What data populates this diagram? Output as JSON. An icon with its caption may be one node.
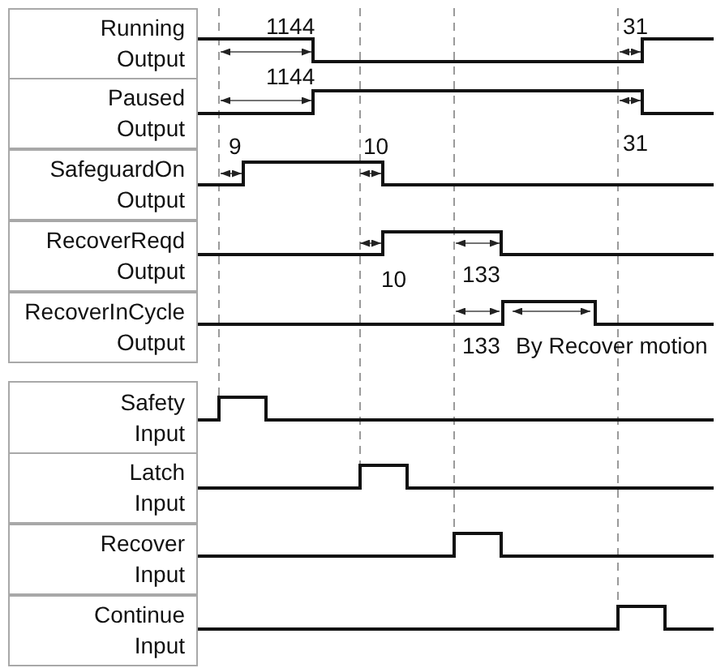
{
  "diagram": {
    "nodes": [
      {
        "text": [
          "Running Output"
        ]
      },
      {
        "text": [
          "Paused Output"
        ]
      },
      {
        "text": [
          "SafeguardOn Output"
        ]
      },
      {
        "text": [
          "RecoverReqd Output"
        ]
      },
      {
        "text": [
          "RecoverInCycle Output"
        ]
      },
      {
        "text": [
          "Safety Input"
        ]
      },
      {
        "text": [
          "Latch Input"
        ]
      },
      {
        "text": [
          "Recover Input"
        ]
      },
      {
        "text": [
          "Continue Input"
        ]
      }
    ],
    "labels": [
      "1144",
      "31",
      "1144",
      "9",
      "10",
      "31",
      "10",
      "133",
      "133",
      "By Recover motion"
    ]
  }
}
